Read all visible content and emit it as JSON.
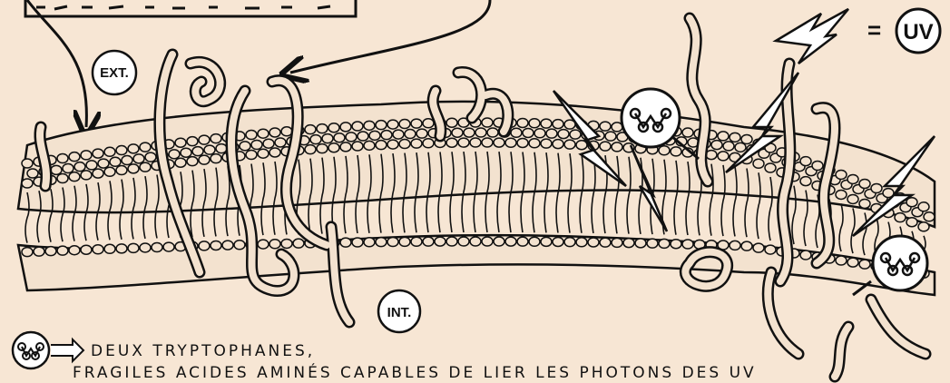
{
  "labels": {
    "exterior": "EXT.",
    "interior": "INT.",
    "uv_legend_equals": "=",
    "uv_legend_text": "UV",
    "caption_line1": "DEUX TRYPTOPHANES,",
    "caption_line2": "FRAGILES ACIDES AMINÉS CAPABLES DE LIER LES PHOTONS DES UV"
  },
  "colors": {
    "background": "#f7e6d4",
    "ink": "#111111",
    "lipid_head": "#f3e2cf"
  },
  "icons": {
    "tryptophan": "tryptophan-pair-icon",
    "uv": "lightning-bolt-icon"
  }
}
